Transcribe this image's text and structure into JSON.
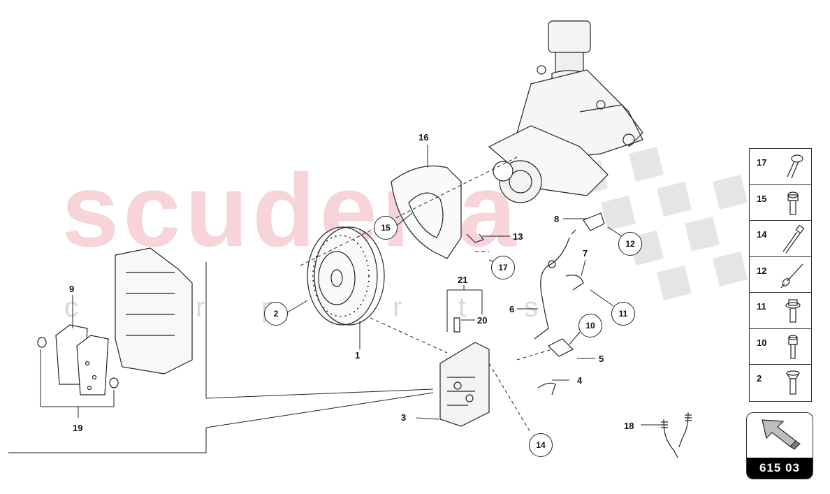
{
  "watermark": {
    "brand": "scuderia",
    "sub": [
      "c",
      "a",
      "r",
      "p",
      "a",
      "r",
      "t",
      "s"
    ]
  },
  "callouts": {
    "c1": "1",
    "c2": "2",
    "c3": "3",
    "c4": "4",
    "c5": "5",
    "c6": "6",
    "c7": "7",
    "c8": "8",
    "c9": "9",
    "c10": "10",
    "c11": "11",
    "c12": "12",
    "c13": "13",
    "c14": "14",
    "c15": "15",
    "c16": "16",
    "c17": "17",
    "c18": "18",
    "c19": "19",
    "c20": "20",
    "c21": "21"
  },
  "legend": [
    "17",
    "15",
    "14",
    "12",
    "11",
    "10",
    "2"
  ],
  "diagram_code": "615 03",
  "colors": {
    "watermark": "#f3c6cb",
    "line": "#222222",
    "code_bg": "#000000"
  }
}
